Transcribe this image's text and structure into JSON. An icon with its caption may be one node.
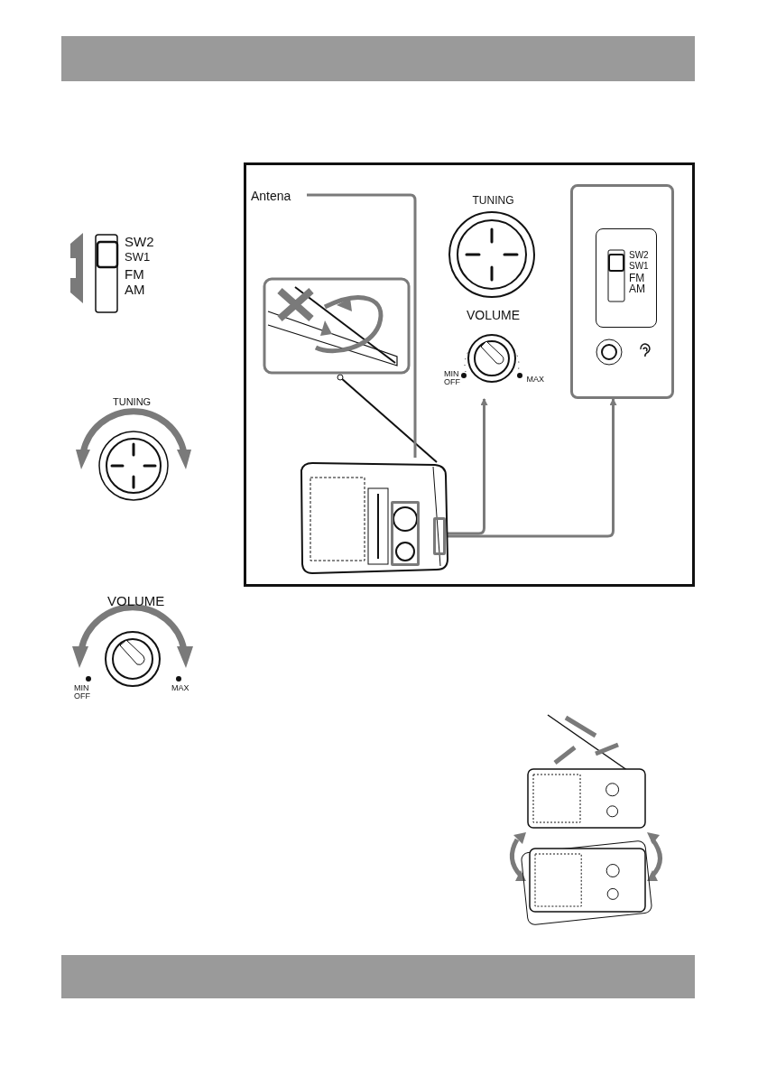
{
  "diagram": {
    "nodes": [
      {
        "text": [
          "Antena"
        ]
      },
      {
        "text": [],
        "shape": "picture"
      },
      {
        "text": [],
        "shape": "box",
        "in": 1
      },
      {
        "text": [],
        "shape": "box",
        "in": 1
      },
      {
        "text": [
          "TUNING",
          "VOLUME",
          "MIN OFF",
          "MAX"
        ]
      },
      {
        "text": [],
        "shape": "box"
      },
      {
        "text": [
          "SW2",
          "SW1",
          "FM",
          "AM"
        ],
        "in": 5
      }
    ],
    "edges": [
      {
        "from": 0,
        "to": 1,
        "arrow": "none"
      },
      {
        "from": 2,
        "to": 4,
        "arrow": "to"
      },
      {
        "from": 3,
        "to": 5,
        "arrow": "to"
      }
    ],
    "labels": [
      "SW2",
      "SW1",
      "FM",
      "AM",
      "TUNING",
      "VOLUME",
      "MIN OFF",
      "MAX"
    ]
  }
}
